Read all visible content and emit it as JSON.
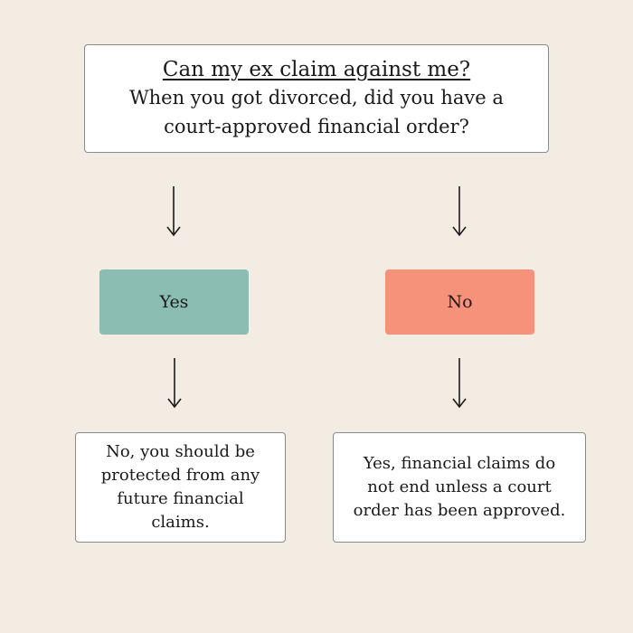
{
  "question": {
    "title": "Can my ex claim against me?",
    "body": "When you got divorced, did you have a court-approved financial order?"
  },
  "branches": {
    "yes": {
      "label": "Yes",
      "color": "#8bbdb2",
      "outcome": "No, you should be protected from any future financial claims."
    },
    "no": {
      "label": "No",
      "color": "#f6927a",
      "outcome": "Yes, financial claims do not end unless a court order has been approved."
    }
  },
  "colors": {
    "background": "#f2ece3",
    "box_border": "#8a8a8a",
    "arrow": "#1a1a1a"
  }
}
